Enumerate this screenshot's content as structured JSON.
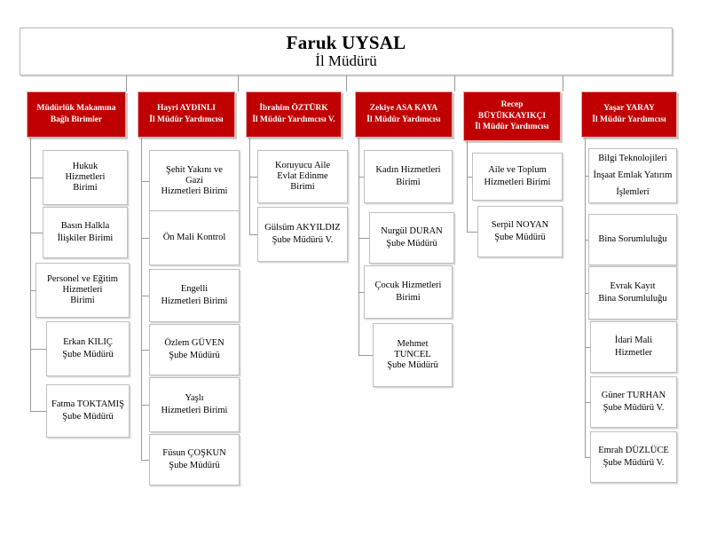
{
  "page": {
    "title": "Faruk UYSAL",
    "subtitle": "İl Müdürü",
    "accent_color": "#C00000",
    "box_border_color": "#bfbfbf",
    "line_color": "#9a9a9a",
    "background": "#ffffff"
  },
  "columns": [
    {
      "id": "col-1",
      "head": {
        "lines": [
          "Müdürlük Makamına",
          "Bağlı Birimler"
        ]
      },
      "nodes": [
        {
          "lines": [
            "Hukuk",
            "Hizmetleri",
            "Birimi"
          ]
        },
        {
          "lines": [
            "Basın Halkla",
            "İlişkiler Birimi"
          ]
        },
        {
          "lines": [
            "Personel ve Eğitim",
            "Hizmetleri",
            "Birimi"
          ]
        },
        {
          "lines": [
            "Erkan KILIÇ",
            "Şube Müdürü"
          ]
        },
        {
          "lines": [
            "Fatma TOKTAMIŞ",
            "Şube Müdürü"
          ]
        }
      ]
    },
    {
      "id": "col-2",
      "head": {
        "lines": [
          "Hayri AYDINLI",
          "İl Müdür Yardımcısı"
        ]
      },
      "nodes": [
        {
          "lines": [
            "Şehit Yakını ve",
            "Gazi",
            "Hizmetleri Birimi"
          ]
        },
        {
          "lines": [
            "Ön Mali Kontrol"
          ]
        },
        {
          "lines": [
            "Engelli",
            "Hizmetleri Birimi"
          ]
        },
        {
          "lines": [
            "Özlem GÜVEN",
            "Şube Müdürü"
          ]
        },
        {
          "lines": [
            "Yaşlı",
            "Hizmetleri Birimi"
          ]
        },
        {
          "lines": [
            "Füsun ÇOŞKUN",
            "Şube Müdürü"
          ]
        }
      ]
    },
    {
      "id": "col-3",
      "head": {
        "lines": [
          "İbrahim ÖZTÜRK",
          "İl Müdür Yardımcısı V."
        ]
      },
      "nodes": [
        {
          "lines": [
            "Koruyucu Aile",
            "Evlat Edinme",
            "Birimi"
          ]
        },
        {
          "lines": [
            "Gülsüm AKYILDIZ",
            "Şube Müdürü V."
          ]
        }
      ]
    },
    {
      "id": "col-4",
      "head": {
        "lines": [
          "Zekiye ASA KAYA",
          "İl Müdür Yardımcısı"
        ]
      },
      "nodes": [
        {
          "lines": [
            "Kadın Hizmetleri",
            "Birimi"
          ]
        },
        {
          "lines": [
            "Nurgül DURAN",
            "Şube Müdürü"
          ]
        },
        {
          "lines": [
            "Çocuk Hizmetleri",
            "Birimi"
          ]
        },
        {
          "lines": [
            "Mehmet",
            "TUNCEL",
            "Şube Müdürü"
          ]
        }
      ]
    },
    {
      "id": "col-5",
      "head": {
        "lines": [
          "Recep",
          "BÜYÜKKAYIKÇI",
          "İl Müdür  Yardımcısı"
        ]
      },
      "nodes": [
        {
          "lines": [
            "Aile ve Toplum",
            "Hizmetleri Birimi"
          ]
        },
        {
          "lines": [
            "Serpil NOYAN",
            "Şube Müdürü"
          ]
        }
      ]
    },
    {
      "id": "col-6",
      "head": {
        "lines": [
          "Yaşar YARAY",
          "İl Müdür Yardımcısı"
        ]
      },
      "nodes": [
        {
          "lines": [
            "Bilgi Teknolojileri",
            "İnşaat Emlak Yatırım",
            "İşlemleri"
          ]
        },
        {
          "lines": [
            "Bina Sorumluluğu"
          ]
        },
        {
          "lines": [
            "Evrak Kayıt",
            "Bina Sorumluluğu"
          ]
        },
        {
          "lines": [
            "İdari Mali",
            "Hizmetler"
          ]
        },
        {
          "lines": [
            "Güner TURHAN",
            "Şube Müdürü V."
          ]
        },
        {
          "lines": [
            "Emrah DÜZLÜCE",
            "Şube Müdürü V."
          ]
        }
      ]
    }
  ]
}
